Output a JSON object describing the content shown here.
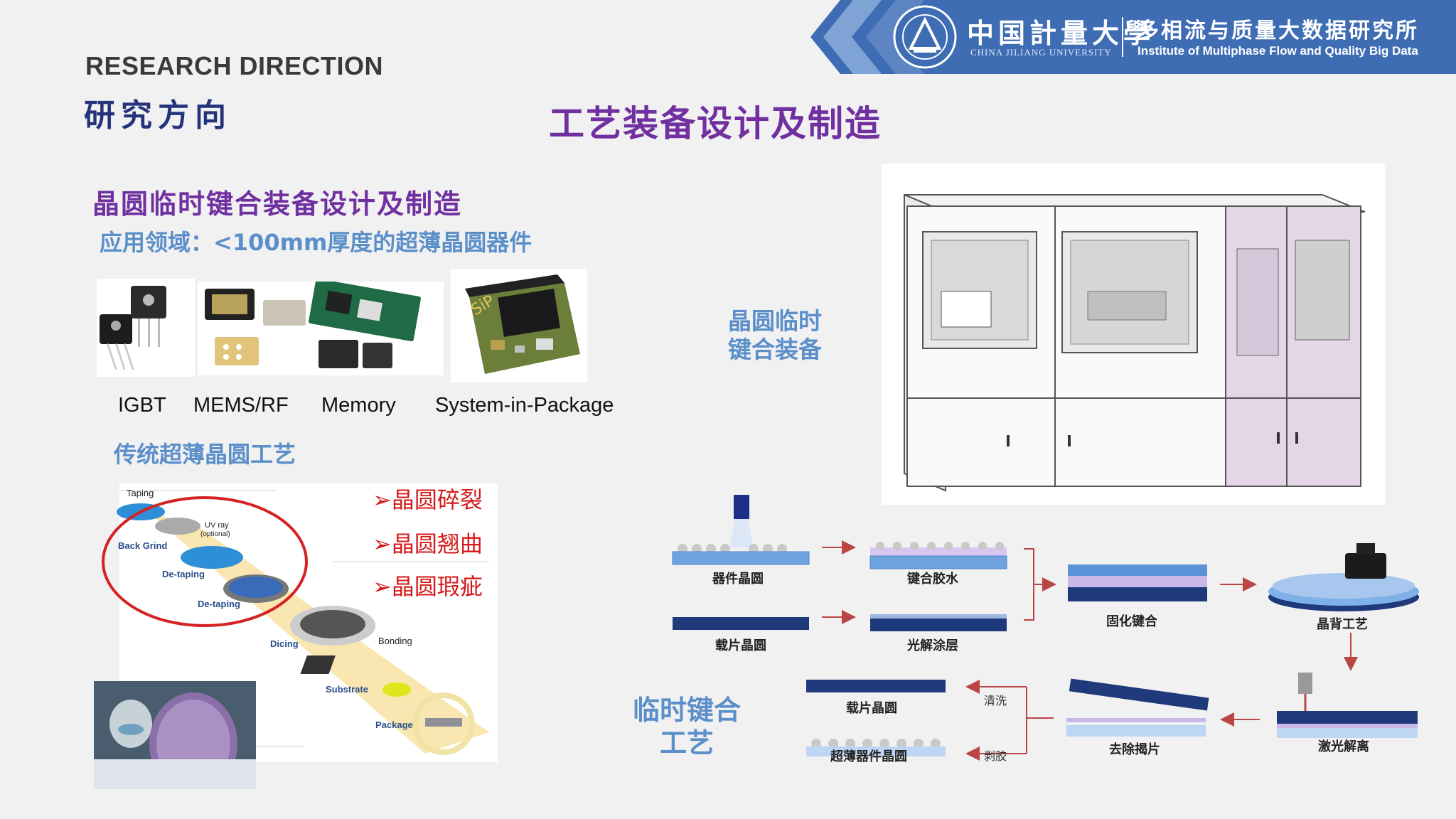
{
  "header": {
    "section_en": "RESEARCH DIRECTION",
    "section_cn": "研究方向"
  },
  "banner": {
    "university_cn": "中国計量大學",
    "university_en": "CHINA JILIANG UNIVERSITY",
    "institute_cn": "多相流与质量大数据研究所",
    "institute_en": "Institute of Multiphase Flow and Quality Big Data"
  },
  "main_title": "工艺装备设计及制造",
  "sub_title": "晶圆临时键合装备设计及制造",
  "application_field": "应用领域：<100mm厚度的超薄晶圆器件",
  "products": [
    "IGBT",
    "MEMS/RF",
    "Memory",
    "System-in-Package"
  ],
  "traditional": {
    "title": "传统超薄晶圆工艺",
    "defects": [
      "➢晶圆碎裂",
      "➢晶圆翘曲",
      "➢晶圆瑕疵"
    ],
    "diagram_labels": [
      "Taping",
      "UV ray",
      "(optional)",
      "Back Grind",
      "De-taping",
      "De-taping",
      "Dicing",
      "Bonding",
      "Substrate",
      "Package"
    ]
  },
  "equipment_label": [
    "晶圆临时",
    "键合装备"
  ],
  "process": {
    "title": [
      "临时键合",
      "工艺"
    ],
    "steps": [
      "器件晶圆",
      "键合胶水",
      "载片晶圆",
      "光解涂层",
      "固化键合",
      "晶背工艺",
      "激光解离",
      "去除揭片",
      "载片晶圆",
      "超薄器件晶圆"
    ],
    "branch_labels": [
      "清洗",
      "剥胶"
    ]
  },
  "colors": {
    "purple": "#7030a0",
    "blue_text": "#5b8fc9",
    "navy": "#24337a",
    "banner": "#3f6db4",
    "defect_red": "#d41a1a"
  }
}
